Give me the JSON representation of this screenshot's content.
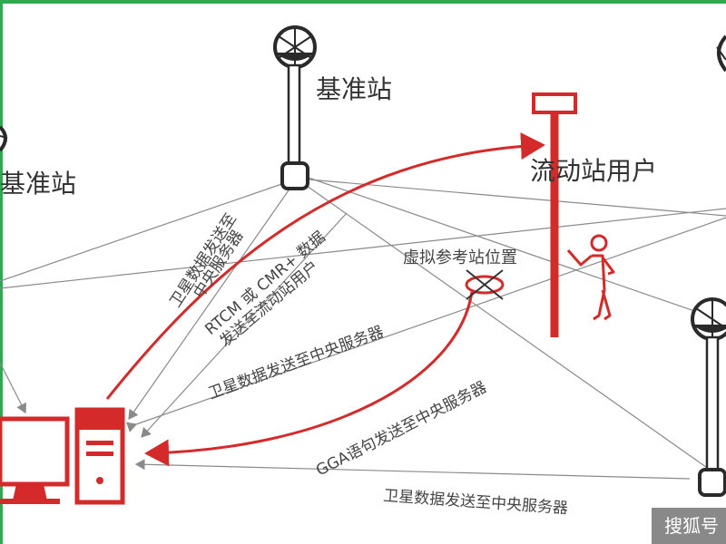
{
  "labels": {
    "base_station_center": "基准站",
    "base_station_left": "基准站",
    "rover_user": "流动站用户",
    "virtual_ref": "虚拟参考站位置",
    "sat_data_left_1": "卫星数据发送至",
    "sat_data_left_2": "中央服务器",
    "rtcm_1": "RTCM 或 CMR+ 数据",
    "rtcm_2": "发送至流动站用户",
    "sat_data_mid": "卫星数据发送至中央服务器",
    "gga": "GGA语句发送至中央服务器",
    "sat_data_bottom": "卫星数据发送至中央服务器"
  },
  "watermark": "搜狐号",
  "colors": {
    "red": "#d42a2a",
    "gray_line": "#8a8a8a",
    "dark": "#333333",
    "frame_green": "#2fa84f"
  }
}
